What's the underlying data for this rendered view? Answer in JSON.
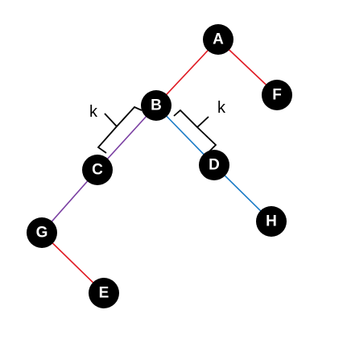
{
  "colors": {
    "background": "#ffffff",
    "node_fill": "#000000",
    "node_text": "#ffffff",
    "edge_red": "#e01b24",
    "edge_blue": "#1c7cc7",
    "edge_purple": "#7a3fa2",
    "bracket": "#000000"
  },
  "nodes": [
    {
      "id": "A",
      "label": "A"
    },
    {
      "id": "F",
      "label": "F"
    },
    {
      "id": "B",
      "label": "B"
    },
    {
      "id": "C",
      "label": "C"
    },
    {
      "id": "D",
      "label": "D"
    },
    {
      "id": "H",
      "label": "H"
    },
    {
      "id": "G",
      "label": "G"
    },
    {
      "id": "E",
      "label": "E"
    }
  ],
  "edges": [
    {
      "from": "A",
      "to": "B",
      "color": "red"
    },
    {
      "from": "A",
      "to": "F",
      "color": "red"
    },
    {
      "from": "B",
      "to": "C",
      "color": "purple"
    },
    {
      "from": "B",
      "to": "D",
      "color": "blue"
    },
    {
      "from": "D",
      "to": "H",
      "color": "blue"
    },
    {
      "from": "C",
      "to": "G",
      "color": "purple"
    },
    {
      "from": "G",
      "to": "E",
      "color": "red"
    }
  ],
  "annotations": {
    "left_k": "k",
    "right_k": "k"
  }
}
